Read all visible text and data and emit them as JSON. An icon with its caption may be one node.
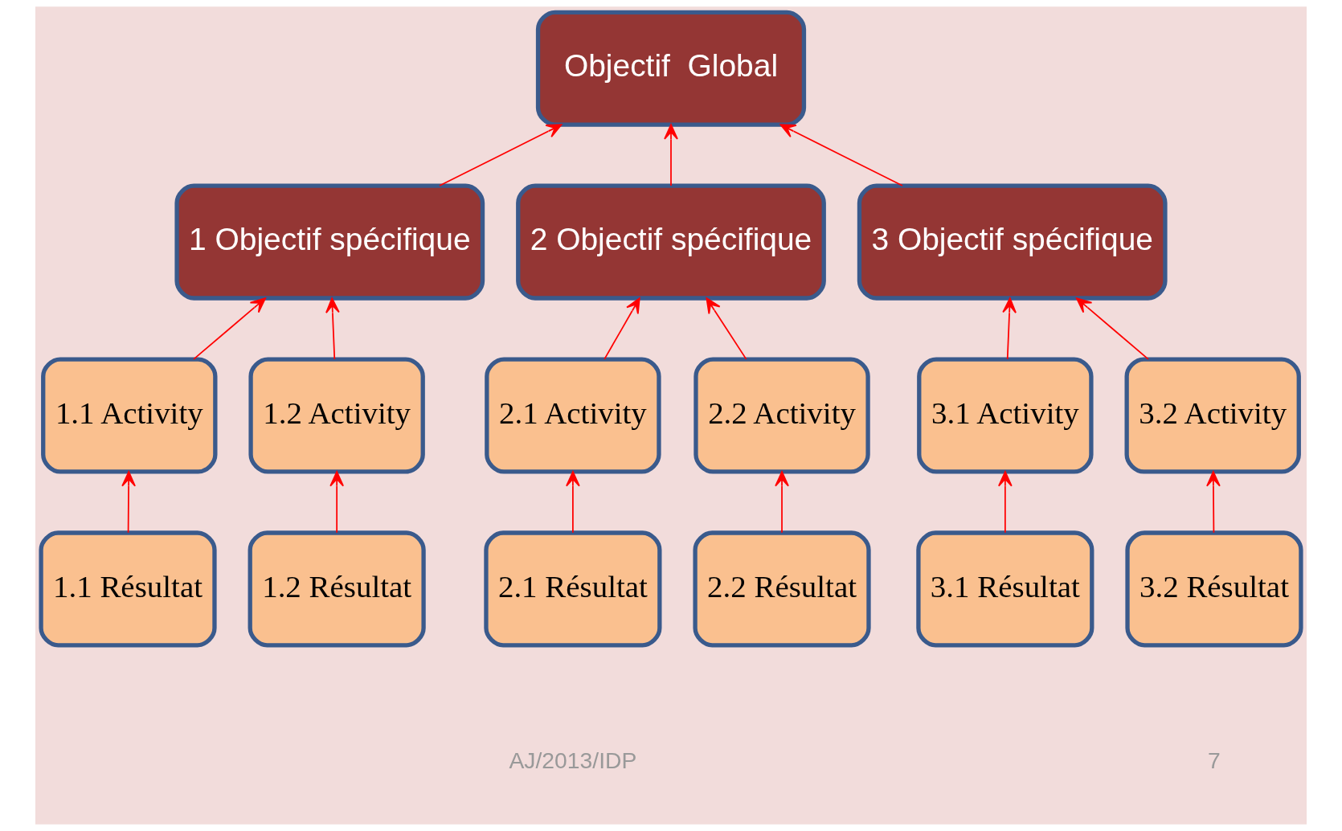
{
  "diagram": {
    "nodes": [
      {
        "text": [
          "Objectif  Global"
        ]
      },
      {
        "text": [
          "1 Objectif spécifique"
        ]
      },
      {
        "text": [
          "2 Objectif spécifique"
        ]
      },
      {
        "text": [
          "3 Objectif spécifique"
        ]
      },
      {
        "text": [
          "1.1 Activity"
        ]
      },
      {
        "text": [
          "1.2 Activity"
        ]
      },
      {
        "text": [
          "2.1 Activity"
        ]
      },
      {
        "text": [
          "2.2 Activity"
        ]
      },
      {
        "text": [
          "3.1 Activity"
        ]
      },
      {
        "text": [
          "3.2 Activity"
        ]
      },
      {
        "text": [
          "1.1 Résultat"
        ]
      },
      {
        "text": [
          "1.2 Résultat"
        ]
      },
      {
        "text": [
          "2.1 Résultat"
        ]
      },
      {
        "text": [
          "2.2 Résultat"
        ]
      },
      {
        "text": [
          "3.1 Résultat"
        ]
      },
      {
        "text": [
          "3.2 Résultat"
        ]
      }
    ],
    "edges": [
      {
        "from": 1,
        "to": 0,
        "arrow": "to"
      },
      {
        "from": 2,
        "to": 0,
        "arrow": "to"
      },
      {
        "from": 3,
        "to": 0,
        "arrow": "to"
      },
      {
        "from": 4,
        "to": 1,
        "arrow": "to"
      },
      {
        "from": 5,
        "to": 1,
        "arrow": "to"
      },
      {
        "from": 6,
        "to": 2,
        "arrow": "to"
      },
      {
        "from": 7,
        "to": 2,
        "arrow": "to"
      },
      {
        "from": 8,
        "to": 3,
        "arrow": "to"
      },
      {
        "from": 9,
        "to": 3,
        "arrow": "to"
      },
      {
        "from": 10,
        "to": 4,
        "arrow": "to"
      },
      {
        "from": 11,
        "to": 5,
        "arrow": "to"
      },
      {
        "from": 12,
        "to": 6,
        "arrow": "to"
      },
      {
        "from": 13,
        "to": 7,
        "arrow": "to"
      },
      {
        "from": 14,
        "to": 8,
        "arrow": "to"
      },
      {
        "from": 15,
        "to": 9,
        "arrow": "to"
      }
    ],
    "labels": [
      "AJ/2013/IDP",
      "7"
    ]
  }
}
